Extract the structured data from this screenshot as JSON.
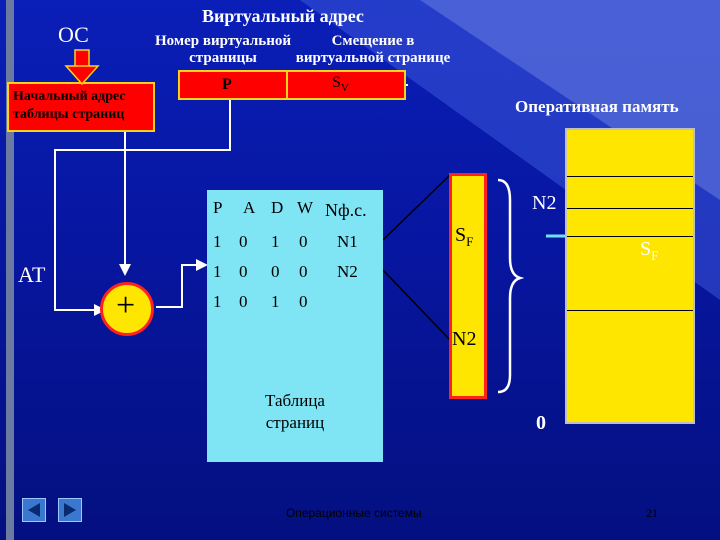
{
  "os_label": "ОС",
  "virtual_address_title": "Виртуальный адрес",
  "page_number_label": "Номер виртуальной страницы",
  "offset_label": "Смещение в виртуальной странице",
  "page_base_label": "Начальный адрес таблицы страниц",
  "p_field": "P",
  "sv_field": "S",
  "sv_sub": "V",
  "ram_label": "Оперативная память",
  "at_label": "АТ",
  "plus_sign": "+",
  "table": {
    "headers": [
      "P",
      "A",
      "D",
      "W",
      "Nф.с."
    ],
    "rows": [
      [
        "1",
        "0",
        "1",
        "0",
        "N1"
      ],
      [
        "1",
        "0",
        "0",
        "0",
        "N2"
      ],
      [
        "1",
        "0",
        "1",
        "0",
        ""
      ]
    ],
    "caption": "Таблица страниц"
  },
  "sf_label": "S",
  "sf_sub": "F",
  "n2_top": "N2",
  "n2_mid": "N2",
  "zero_label": "0",
  "sf_right": "S",
  "sf_right_sub": "F",
  "footer": "Операционные системы",
  "page_number": "21",
  "colors": {
    "background": "#0716a0",
    "red": "#ff0000",
    "yellow": "#ffe600",
    "cyan": "#7fe4f4"
  }
}
